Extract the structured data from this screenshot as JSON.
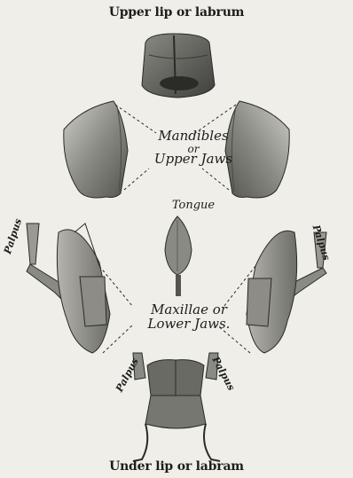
{
  "labels": {
    "upper_lip": "Upper lip or labrum",
    "mandibles_line1": "Mandibles",
    "mandibles_line2": "or",
    "mandibles_line3": "Upper Jaws",
    "tongue": "Tongue",
    "maxillae_line1": "Maxillae or",
    "maxillae_line2": "Lower Jaws.",
    "palpus_left": "Palpus",
    "palpus_right": "Palpus",
    "palpus_bottom_left": "Palpus",
    "palpus_bottom_right": "Palpus",
    "under_lip": "Under lip or labram"
  },
  "colors": {
    "background": "#efeee8",
    "ink": "#1d1d1b",
    "part_dark": "#4a4a46",
    "part_mid": "#7d7d77",
    "part_light": "#a7a7a0"
  }
}
